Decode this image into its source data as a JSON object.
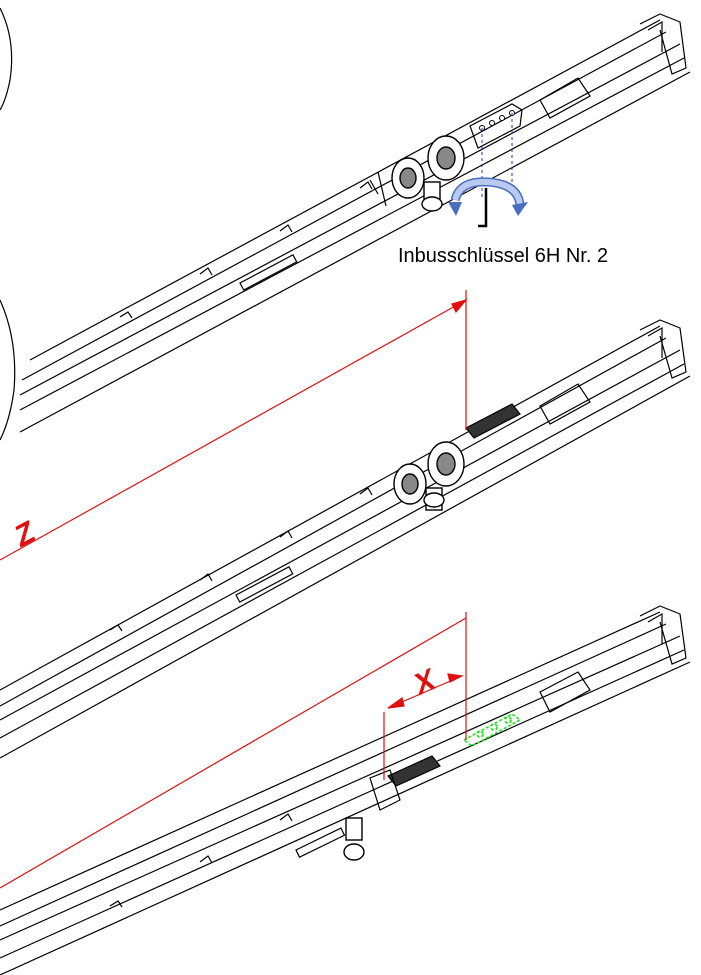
{
  "tool_label": "Inbusschlüssel 6H Nr. 2",
  "dimensions": {
    "z": {
      "label": "Z",
      "color": "#e01010"
    },
    "x": {
      "label": "X",
      "color": "#e01010"
    }
  },
  "colors": {
    "line": "#000000",
    "dimension": "#e01010",
    "rotation_arrow": "#4a6fbf",
    "guide_dashes": "#2233cc",
    "ghost_part": "#19e619"
  },
  "icons": [
    "rotation-arrow-icon",
    "allen-key-icon"
  ]
}
